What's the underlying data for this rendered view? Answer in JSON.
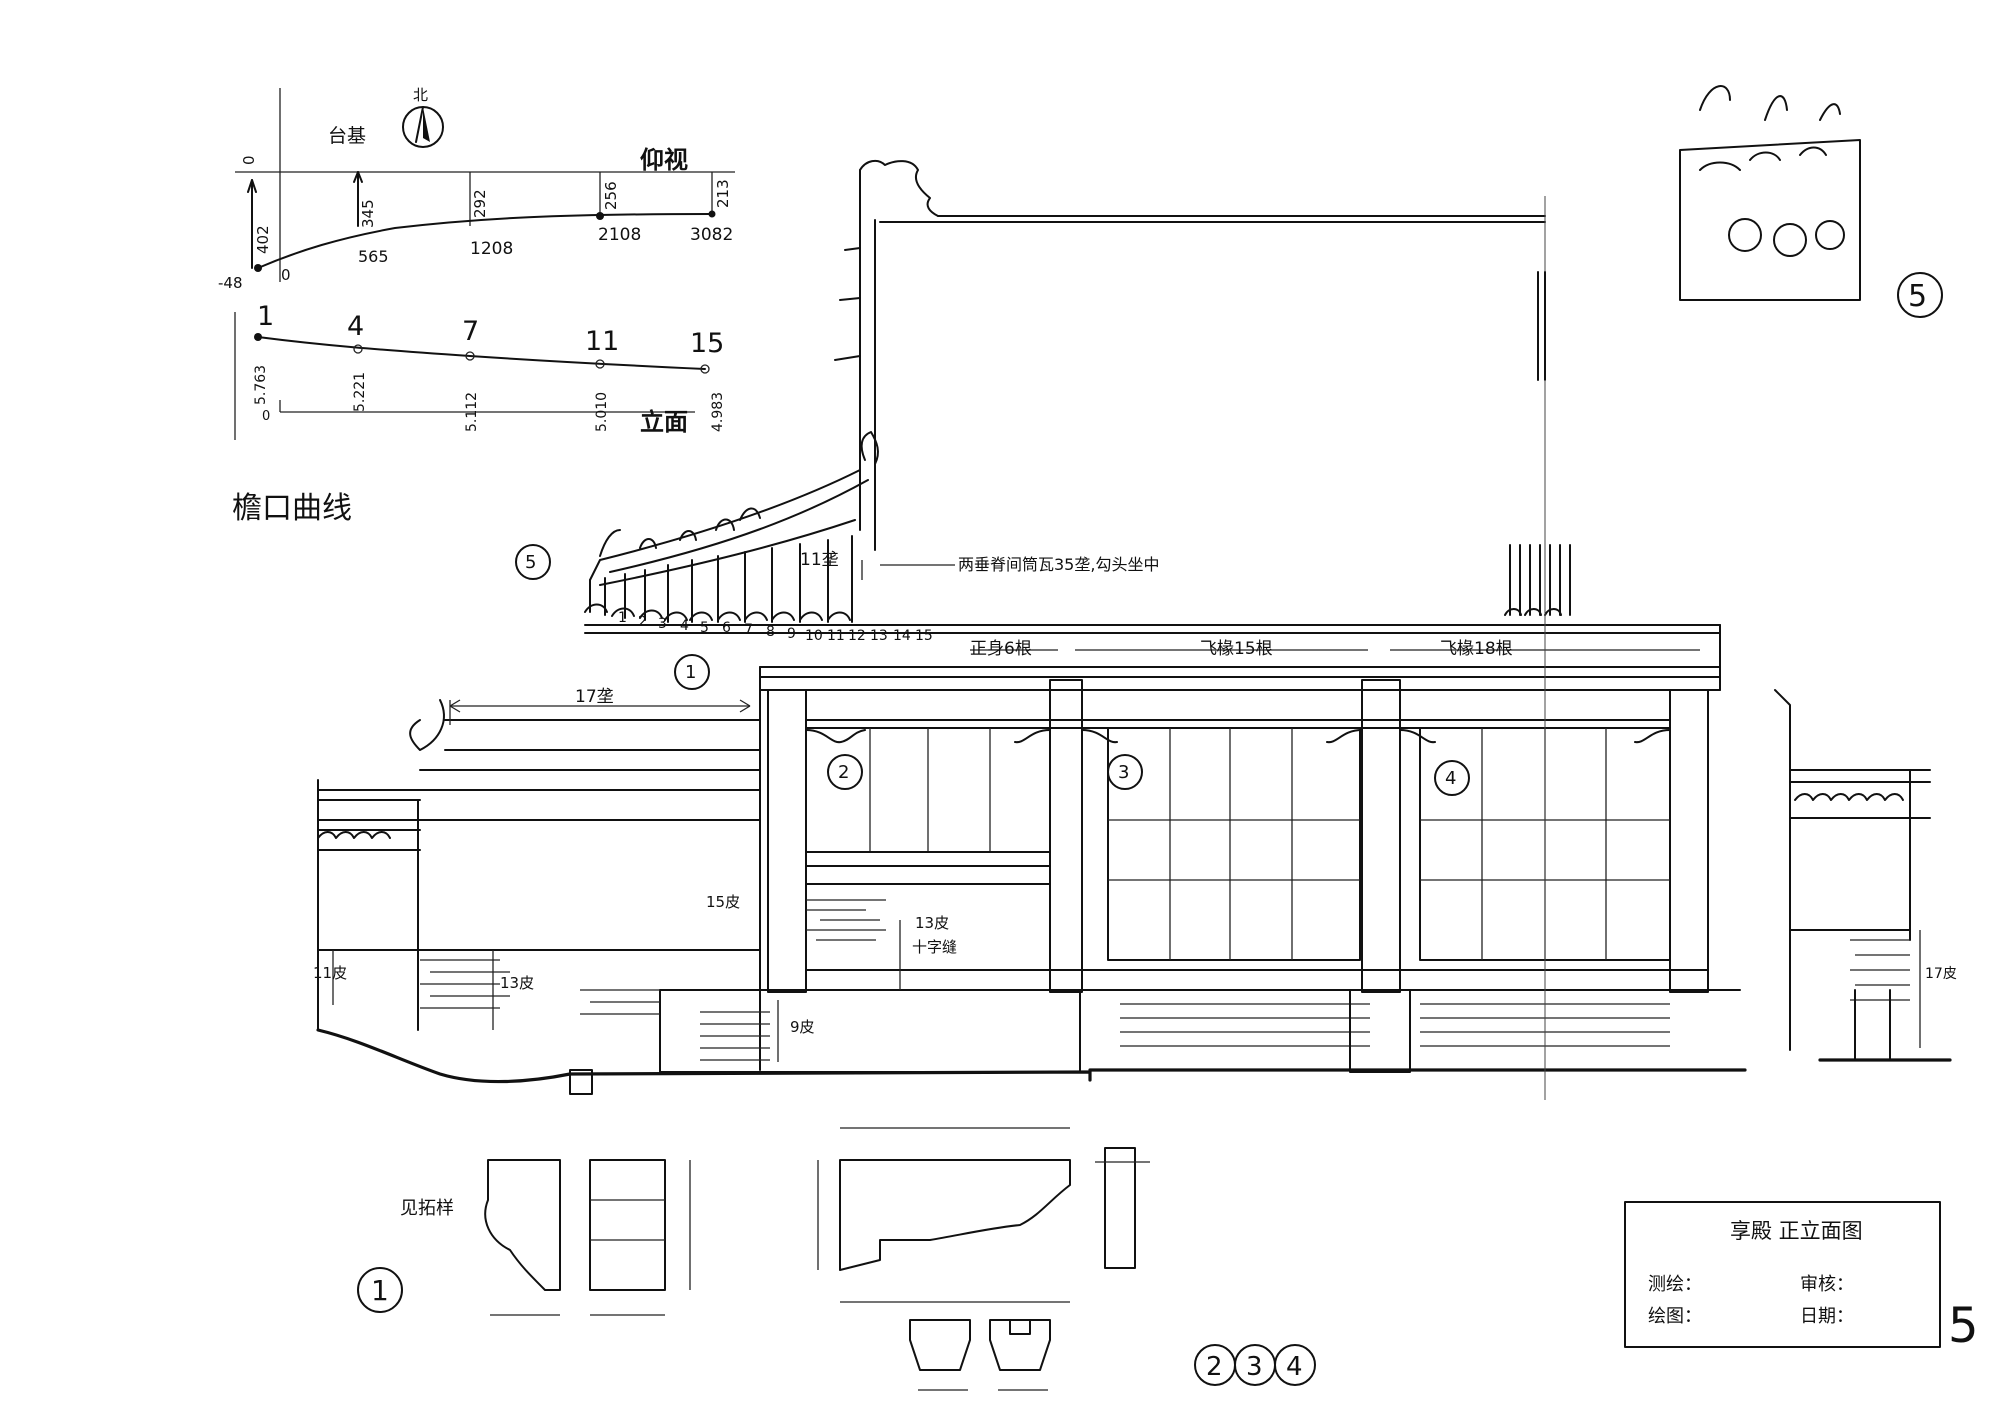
{
  "title_block": {
    "title": "享殿 正立面图",
    "row1_left": "测绘：",
    "row1_right": "审核：",
    "row2_left": "绘图：",
    "row2_right": "日期："
  },
  "sheet_number": "5",
  "eave_curve": {
    "title": "檐口曲线",
    "plan_label": "台基",
    "north_label": "北",
    "soffit_label": "仰视",
    "elevation_label": "立面",
    "soffit_points": [
      {
        "offset": "402",
        "dist": "-48"
      },
      {
        "offset": "345",
        "dist": "565"
      },
      {
        "offset": "292",
        "dist": "1208"
      },
      {
        "offset": "256",
        "dist": "2108"
      },
      {
        "offset": "213",
        "dist": "3082"
      }
    ],
    "zero_a": "0",
    "zero_b": "0",
    "zero_c": "0",
    "rafter_marks": [
      "1",
      "4",
      "7",
      "11",
      "15"
    ],
    "elevation_values": [
      "5.763",
      "5.221",
      "5.112",
      "5.010",
      "4.983"
    ]
  },
  "annotations": {
    "gable_tiles": "两垂脊间筒瓦35垄,勾头坐中",
    "tiles_11": "11垄",
    "tiles_17": "17垄",
    "rafters_main": "正身6根",
    "rafters_fly15": "飞椽15根",
    "rafters_fly18": "飞椽18根",
    "courses_15": "15皮",
    "courses_13a": "13皮",
    "cross_joint": "十字缝",
    "courses_11": "11皮",
    "courses_13b": "13皮",
    "courses_9": "9皮",
    "courses_17": "17皮",
    "see_rubbing": "见拓样"
  },
  "rafter_numbers": [
    "1",
    "2",
    "3",
    "4",
    "5",
    "6",
    "7",
    "8",
    "9",
    "10",
    "11",
    "12",
    "13",
    "14",
    "15"
  ],
  "detail_callouts": {
    "c1": "1",
    "c2": "2",
    "c3": "3",
    "c4": "4",
    "c5": "5",
    "c5_left": "5",
    "detail_1": "1",
    "group_234": [
      "2",
      "3",
      "4"
    ],
    "detail_5": "5"
  }
}
